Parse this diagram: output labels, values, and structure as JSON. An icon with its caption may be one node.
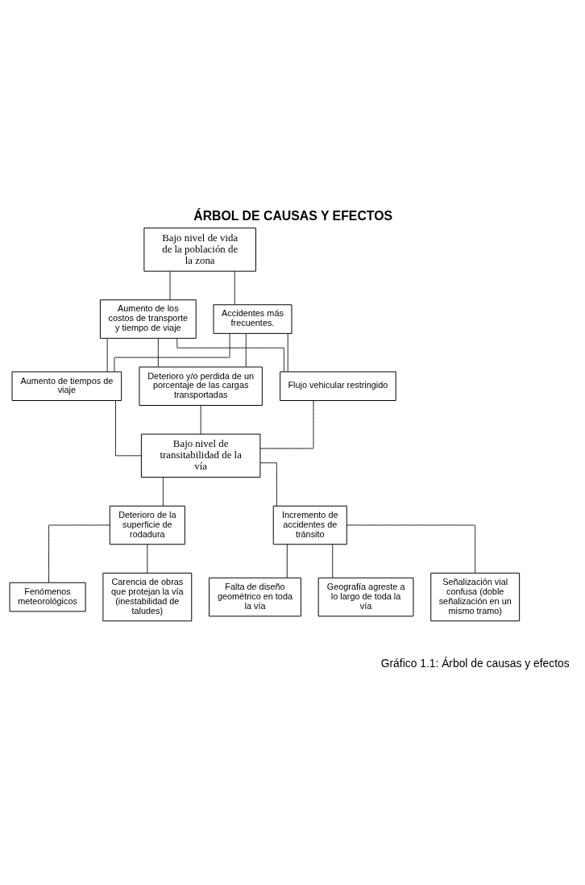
{
  "diagram": {
    "title": "ÁRBOL DE CAUSAS Y EFECTOS",
    "caption": "Gráfico 1.1: Árbol de causas y efectos",
    "nodes": [
      {
        "text": [
          "Bajo nivel de vida de la población de la zona"
        ]
      },
      {
        "text": [
          "Aumento de los costos de transporte y tiempo de viaje"
        ]
      },
      {
        "text": [
          "Accidentes más frecuentes."
        ]
      },
      {
        "text": [
          "Aumento de tiempos de viaje"
        ]
      },
      {
        "text": [
          "Deterioro y/o perdida de un porcentaje de las cargas transportadas"
        ]
      },
      {
        "text": [
          "Flujo vehicular restringido"
        ]
      },
      {
        "text": [
          "Bajo nivel de transitabilidad de la vía"
        ]
      },
      {
        "text": [
          "Deterioro de la superficie de rodadura"
        ]
      },
      {
        "text": [
          "Incremento de accidentes de tránsito"
        ]
      },
      {
        "text": [
          "Carencia de obras que protejan la vía (inestabilidad de taludes)"
        ]
      },
      {
        "text": [
          "Fenómenos meteorológicos"
        ]
      },
      {
        "text": [
          "Falta de diseño geométrico en toda la vía"
        ]
      },
      {
        "text": [
          "Geografía agreste a lo largo de toda la vía"
        ]
      },
      {
        "text": [
          "Señalización vial confusa (doble señalización en un mismo tramo)"
        ]
      }
    ],
    "edges": [
      {
        "from": 0,
        "to": 1,
        "arrow": "none"
      },
      {
        "from": 0,
        "to": 2,
        "arrow": "none"
      },
      {
        "from": 1,
        "to": 3,
        "arrow": "none"
      },
      {
        "from": 1,
        "to": 4,
        "arrow": "none"
      },
      {
        "from": 1,
        "to": 5,
        "arrow": "none"
      },
      {
        "from": 2,
        "to": 3,
        "arrow": "none"
      },
      {
        "from": 2,
        "to": 4,
        "arrow": "none"
      },
      {
        "from": 2,
        "to": 5,
        "arrow": "none"
      },
      {
        "from": 3,
        "to": 6,
        "arrow": "none"
      },
      {
        "from": 4,
        "to": 6,
        "arrow": "none"
      },
      {
        "from": 5,
        "to": 6,
        "arrow": "none"
      },
      {
        "from": 6,
        "to": 7,
        "arrow": "none"
      },
      {
        "from": 6,
        "to": 8,
        "arrow": "none"
      },
      {
        "from": 7,
        "to": 9,
        "arrow": "none"
      },
      {
        "from": 7,
        "to": 10,
        "arrow": "none"
      },
      {
        "from": 8,
        "to": 11,
        "arrow": "none"
      },
      {
        "from": 8,
        "to": 12,
        "arrow": "none"
      },
      {
        "from": 8,
        "to": 13,
        "arrow": "none"
      }
    ]
  }
}
